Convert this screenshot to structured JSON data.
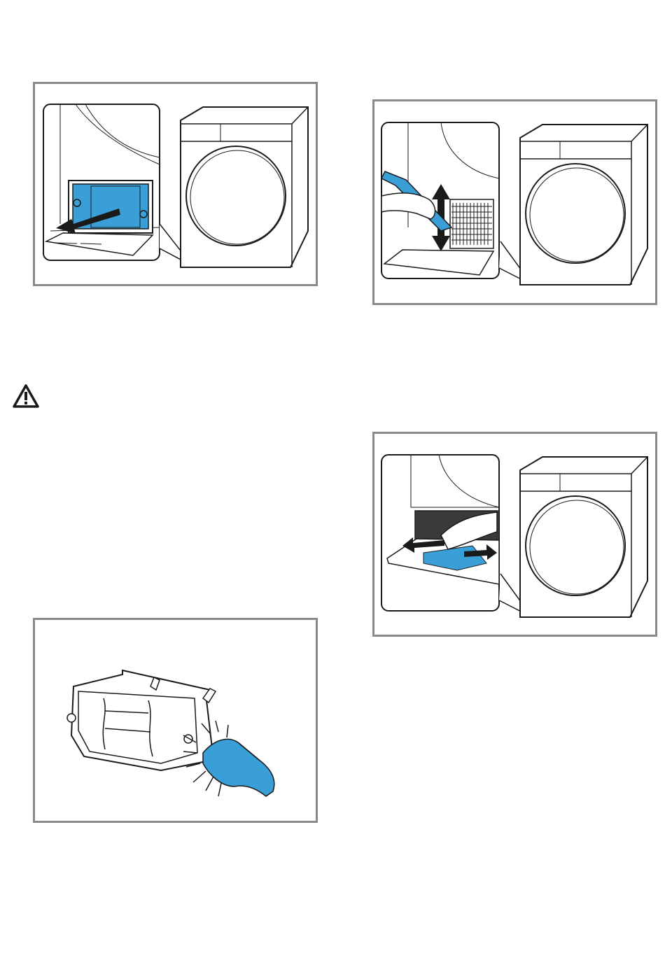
{
  "page": {
    "warning_icon": "warning-triangle-icon",
    "accent_color": "#3a9fd6",
    "outline_color": "#1a1a1a",
    "frame_color": "#8a8a8a"
  },
  "figures": [
    {
      "id": "fig-1",
      "icon": "remove-filter-illustration"
    },
    {
      "id": "fig-2",
      "icon": "clean-filter-mesh-illustration"
    },
    {
      "id": "fig-3",
      "icon": "clean-lint-slot-illustration"
    },
    {
      "id": "fig-4",
      "icon": "brush-filter-housing-illustration"
    }
  ]
}
